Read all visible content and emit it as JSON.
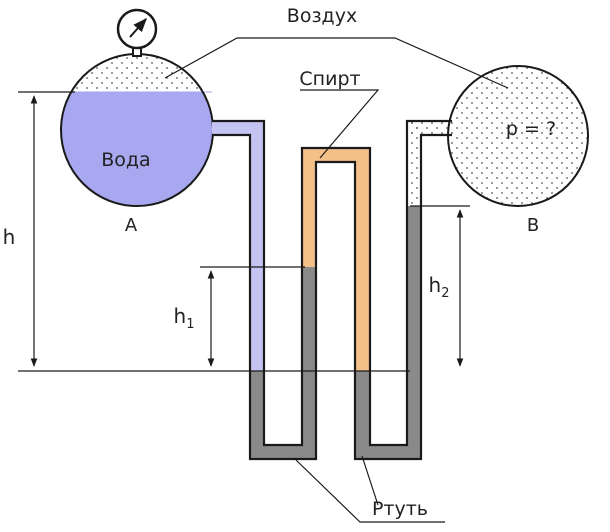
{
  "labels": {
    "air": "Воздух",
    "alcohol": "Спирт",
    "water": "Вода",
    "vessel_a": "А",
    "vessel_b": "В",
    "pressure": "p = ?",
    "h": "h",
    "h1_main": "h",
    "h1_sub": "1",
    "h2_main": "h",
    "h2_sub": "2",
    "mercury": "Ртуть"
  },
  "colors": {
    "water": "#a8a8f0",
    "alcohol": "#f4c08a",
    "mercury": "#8a8a8a",
    "tube_water": "#c4c4f2",
    "outline": "#1a1a1a",
    "air_dots": "#555555"
  },
  "icons": {
    "gauge": "pressure-gauge-icon"
  }
}
